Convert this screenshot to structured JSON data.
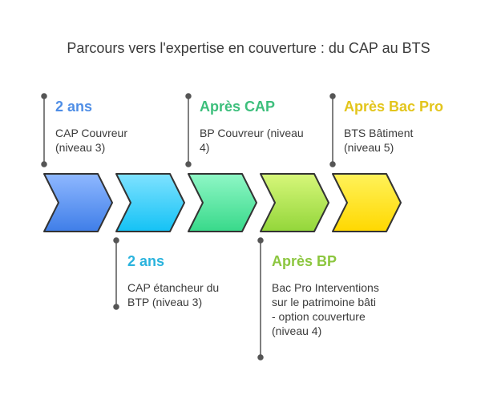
{
  "title": "Parcours vers l'expertise en couverture : du CAP au BTS",
  "steps": [
    {
      "title": "2 ans",
      "text": "CAP Couvreur (niveau 3)",
      "position": "top",
      "color": "#4f8ee6",
      "gradient": [
        "#8fb8ff",
        "#3f7ee8"
      ]
    },
    {
      "title": "2 ans",
      "text": "CAP étancheur du BTP (niveau 3)",
      "position": "bottom",
      "color": "#2ab3dd",
      "gradient": [
        "#7fe2ff",
        "#14c2f5"
      ]
    },
    {
      "title": "Après CAP",
      "text": "BP Couvreur (niveau 4)",
      "position": "top",
      "color": "#3dbf7c",
      "gradient": [
        "#8ff7c6",
        "#38d98a"
      ]
    },
    {
      "title": "Après BP",
      "text": "Bac Pro Interventions sur le patrimoine bâti - option couverture (niveau 4)",
      "position": "bottom",
      "color": "#8cc63f",
      "gradient": [
        "#d7f77a",
        "#93d63a"
      ]
    },
    {
      "title": "Après Bac Pro",
      "text": "BTS Bâtiment (niveau 5)",
      "position": "top",
      "color": "#e3c51c",
      "gradient": [
        "#fff25a",
        "#ffd800"
      ]
    }
  ]
}
